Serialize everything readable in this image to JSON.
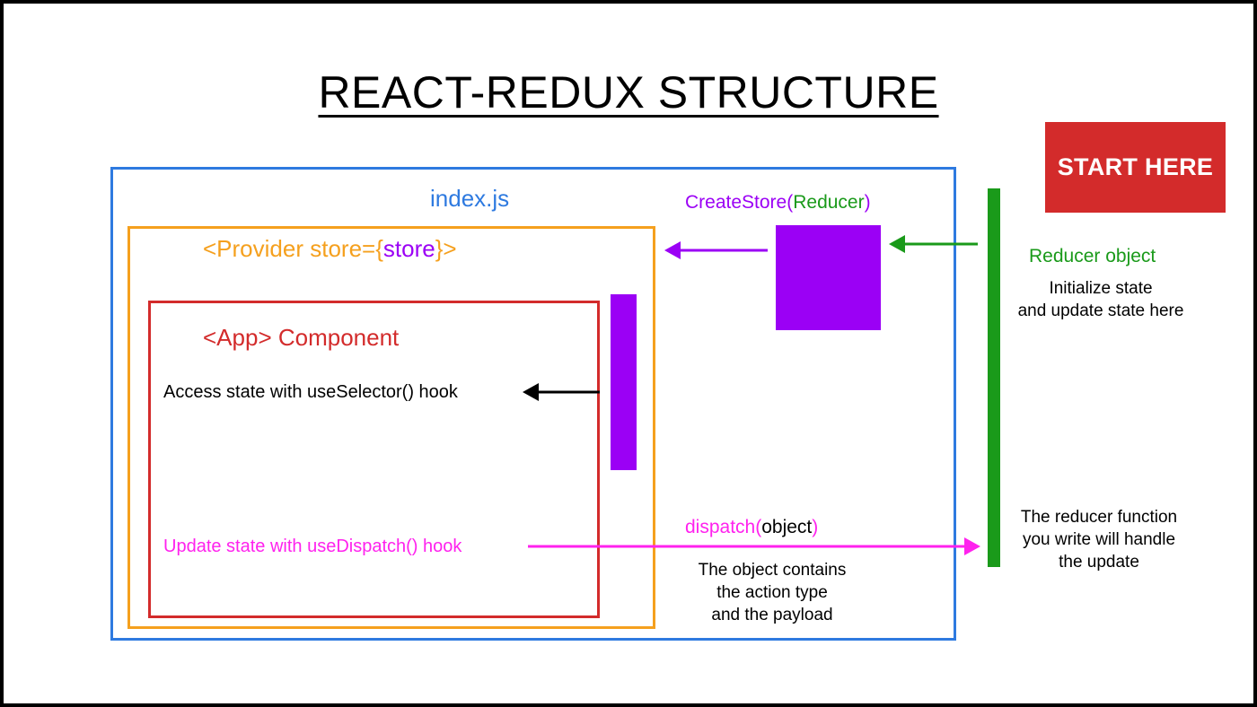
{
  "title": "REACT-REDUX STRUCTURE",
  "start_button": "START HERE",
  "index_label": "index.js",
  "provider": {
    "prefix": "<Provider store={",
    "store": "store",
    "suffix": "}>"
  },
  "app_label": "<App> Component",
  "access_state": "Access state with useSelector() hook",
  "update_state": "Update state with useDispatch() hook",
  "create_store": {
    "fn": "CreateStore(",
    "arg": "Reducer",
    "close": ")"
  },
  "dispatch": {
    "fn": "dispatch(",
    "arg": "object",
    "close": ")"
  },
  "object_note": [
    "The object contains",
    "the action type",
    "and the payload"
  ],
  "reducer_title": "Reducer object",
  "reducer_desc": [
    "Initialize state",
    "and update state here"
  ],
  "reducer_fn_note": [
    "The reducer function",
    "you write will handle",
    "the update"
  ],
  "colors": {
    "index_box": "#2e7ae0",
    "provider_box": "#f5a01e",
    "app_box": "#d32b2b",
    "store": "#9b00f5",
    "reducer": "#1a9a1a",
    "dispatch": "#ff22ee",
    "start_button": "#d32b2b"
  },
  "icons": [
    "arrow-left-icon",
    "arrow-right-icon"
  ]
}
